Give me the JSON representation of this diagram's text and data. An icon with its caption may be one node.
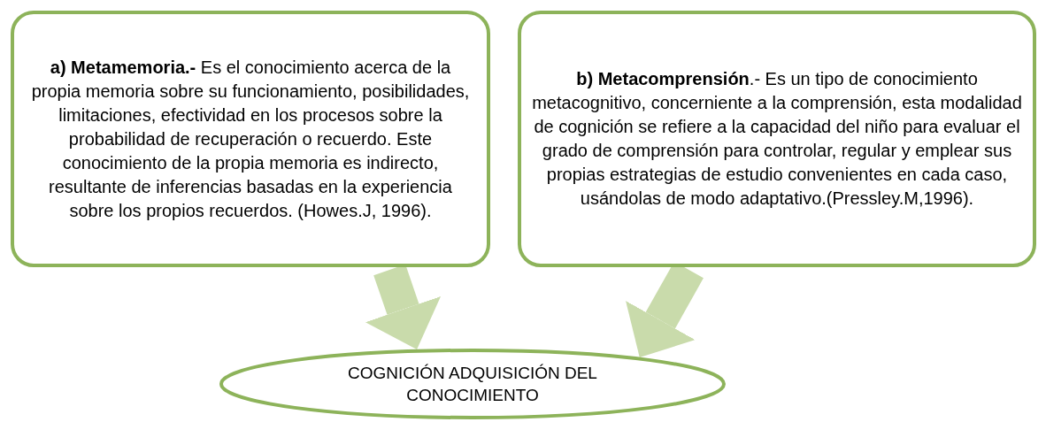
{
  "diagram": {
    "nodes": [
      {
        "text": [
          "**a) Metamemoria.-** Es el conocimiento acerca de la propia memoria sobre su funcionamiento, posibilidades, limitaciones, efectividad en los procesos sobre la probabilidad de recuperación o recuerdo. Este conocimiento de la propia memoria es indirecto, resultante de inferencias basadas en la experiencia sobre los propios recuerdos. (Howes.J, 1996)."
        ]
      },
      {
        "text": [
          "**b) Metacomprensión**.- Es un tipo de conocimiento metacognitivo, concerniente a la comprensión, esta modalidad de cognición se refiere a la capacidad del niño para evaluar el grado de comprensión para controlar, regular y emplear sus propias estrategias de estudio convenientes en cada caso, usándolas de modo adaptativo.(Pressley.M,1996)."
        ]
      },
      {
        "text": [
          "COGNICIÓN ADQUISICIÓN DEL CONOCIMIENTO"
        ]
      }
    ],
    "edges": [
      {
        "from": 0,
        "to": 2,
        "arrow": "to"
      },
      {
        "from": 1,
        "to": 2,
        "arrow": "to"
      }
    ]
  }
}
